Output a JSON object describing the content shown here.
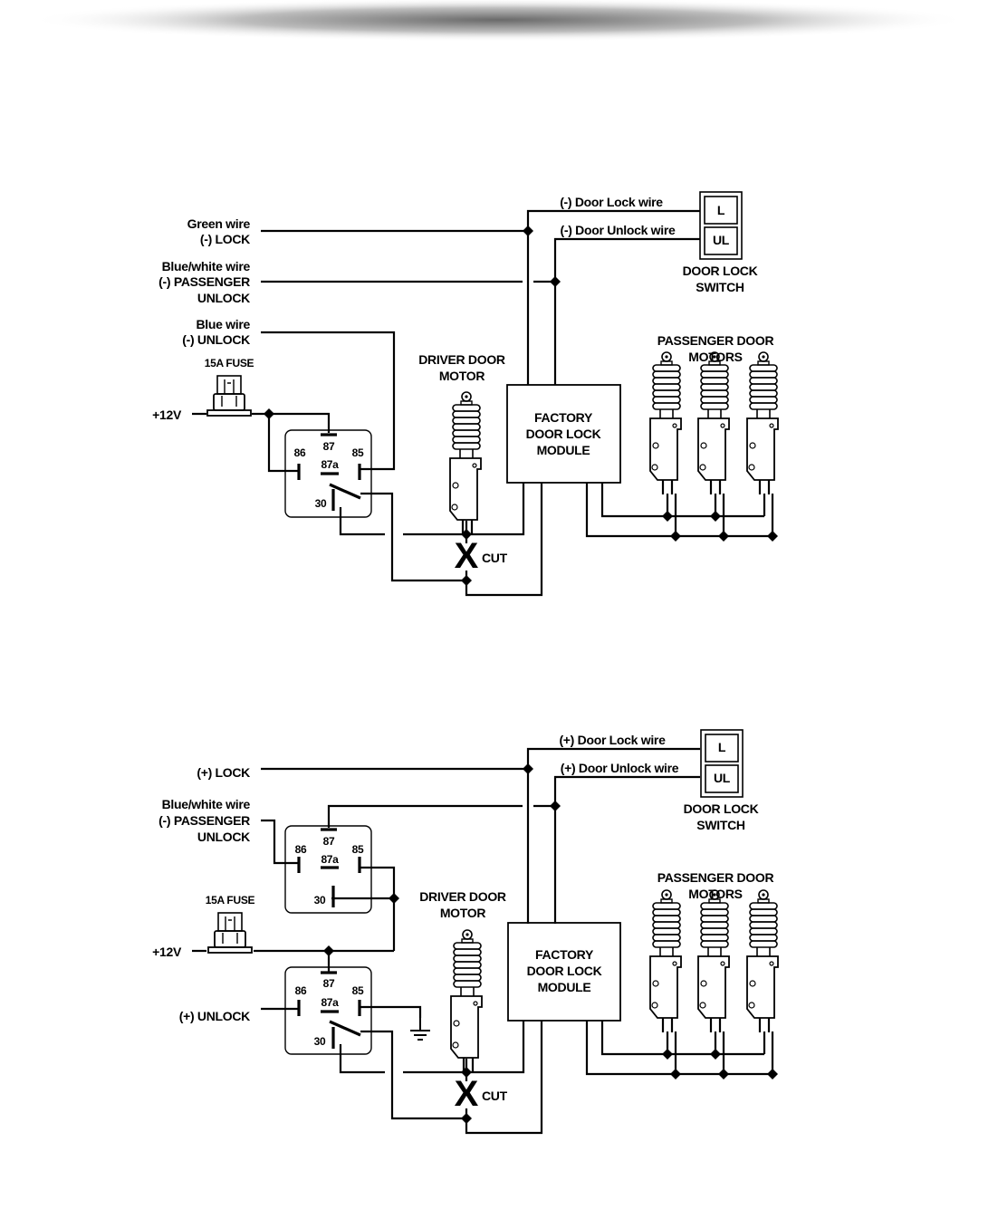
{
  "diagram1": {
    "inputs": {
      "green_wire": "Green wire",
      "lock": "(-) LOCK",
      "bluewhite_wire": "Blue/white wire",
      "passenger": "(-) PASSENGER",
      "unlock_word": "UNLOCK",
      "blue_wire": "Blue wire",
      "unlock": "(-) UNLOCK",
      "fuse": "15A FUSE",
      "plus12v": "+12V"
    },
    "wires": {
      "door_lock": "(-) Door Lock wire",
      "door_unlock": "(-) Door Unlock wire"
    },
    "relay": {
      "p86": "86",
      "p87": "87",
      "p87a": "87a",
      "p85": "85",
      "p30": "30"
    },
    "switch": {
      "l": "L",
      "ul": "UL",
      "title1": "DOOR LOCK",
      "title2": "SWITCH"
    },
    "driver_motor": {
      "line1": "DRIVER DOOR",
      "line2": "MOTOR"
    },
    "passenger_motors": {
      "line1": "PASSENGER DOOR",
      "line2": "MOTORS"
    },
    "module": {
      "line1": "FACTORY",
      "line2": "DOOR LOCK",
      "line3": "MODULE"
    },
    "cut": "CUT"
  },
  "diagram2": {
    "inputs": {
      "lock": "(+) LOCK",
      "bluewhite_wire": "Blue/white wire",
      "passenger": "(-) PASSENGER",
      "unlock_word": "UNLOCK",
      "fuse": "15A FUSE",
      "plus12v": "+12V",
      "unlock": "(+) UNLOCK"
    },
    "wires": {
      "door_lock": "(+) Door Lock wire",
      "door_unlock": "(+) Door Unlock wire"
    },
    "relay_a": {
      "p86": "86",
      "p87": "87",
      "p87a": "87a",
      "p85": "85",
      "p30": "30"
    },
    "relay_b": {
      "p86": "86",
      "p87": "87",
      "p87a": "87a",
      "p85": "85",
      "p30": "30"
    },
    "switch": {
      "l": "L",
      "ul": "UL",
      "title1": "DOOR LOCK",
      "title2": "SWITCH"
    },
    "driver_motor": {
      "line1": "DRIVER DOOR",
      "line2": "MOTOR"
    },
    "passenger_motors": {
      "line1": "PASSENGER DOOR",
      "line2": "MOTORS"
    },
    "module": {
      "line1": "FACTORY",
      "line2": "DOOR LOCK",
      "line3": "MODULE"
    },
    "cut": "CUT"
  }
}
